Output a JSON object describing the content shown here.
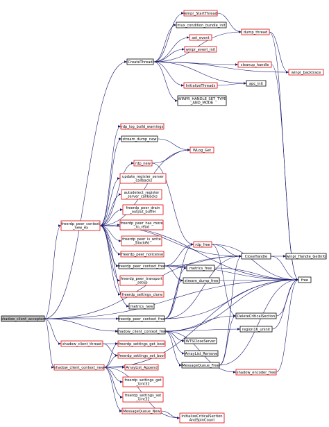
{
  "graph": {
    "nodes": {
      "shadow_client_accepted": {
        "lines": [
          "shadow_client_accepted"
        ],
        "style": "grey"
      },
      "CreateThread": {
        "lines": [
          "CreateThread"
        ],
        "style": "black"
      },
      "winpr_StartThread": {
        "lines": [
          "winpr_StartThread"
        ],
        "style": "red"
      },
      "mux_condition_bundle_init": {
        "lines": [
          "mux_condition_bundle_init"
        ],
        "style": "black"
      },
      "set_event": {
        "lines": [
          "set_event"
        ],
        "style": "red"
      },
      "winpr_event_init": {
        "lines": [
          "winpr_event_init"
        ],
        "style": "red"
      },
      "cleanup_handle": {
        "lines": [
          "cleanup_handle"
        ],
        "style": "red"
      },
      "InitializeThreads": {
        "lines": [
          "InitializeThreads"
        ],
        "style": "red"
      },
      "apc_init": {
        "lines": [
          "apc_init"
        ],
        "style": "black"
      },
      "WINPR_HANDLE_SET_TYPE_AND_MODE": {
        "lines": [
          "WINPR_HANDLE_SET_TYPE",
          "_AND_MODE"
        ],
        "style": "black"
      },
      "dump_thread": {
        "lines": [
          "dump_thread"
        ],
        "style": "red"
      },
      "winpr_backtrace": {
        "lines": [
          "winpr_backtrace"
        ],
        "style": "red"
      },
      "rdp_log_build_warnings": {
        "lines": [
          "rdp_log_build_warnings"
        ],
        "style": "red"
      },
      "stream_dump_new": {
        "lines": [
          "stream_dump_new"
        ],
        "style": "black"
      },
      "WLog_Get": {
        "lines": [
          "WLog_Get"
        ],
        "style": "red"
      },
      "rdp_new": {
        "lines": [
          "rdp_new"
        ],
        "style": "red"
      },
      "update_register_server_callbacks": {
        "lines": [
          "update_register_server",
          "_callbacks"
        ],
        "style": "red"
      },
      "autodetect_register_server_callbacks": {
        "lines": [
          "autodetect_register",
          "_server_callbacks"
        ],
        "style": "red"
      },
      "freerdp_peer_drain_output_buffer": {
        "lines": [
          "freerdp_peer_drain",
          "_output_buffer"
        ],
        "style": "red"
      },
      "freerdp_peer_has_more_to_read": {
        "lines": [
          "freerdp_peer_has_more",
          "_to_read"
        ],
        "style": "red"
      },
      "freerdp_peer_is_write_blocked": {
        "lines": [
          "freerdp_peer_is_write",
          "_blocked"
        ],
        "style": "red"
      },
      "freerdp_peer_nolicense": {
        "lines": [
          "freerdp_peer_nolicense"
        ],
        "style": "red"
      },
      "freerdp_peer_context_new_ex": {
        "lines": [
          "freerdp_peer_context",
          "_new_ex"
        ],
        "style": "red"
      },
      "freerdp_peer_context_free_1": {
        "lines": [
          "freerdp_peer_context_free"
        ],
        "style": "black"
      },
      "freerdp_peer_transport_setup": {
        "lines": [
          "freerdp_peer_transport",
          "_setup"
        ],
        "style": "red"
      },
      "freerdp_settings_clone": {
        "lines": [
          "freerdp_settings_clone"
        ],
        "style": "red"
      },
      "metrics_new": {
        "lines": [
          "metrics_new"
        ],
        "style": "black"
      },
      "rdp_free": {
        "lines": [
          "rdp_free"
        ],
        "style": "red"
      },
      "metrics_free": {
        "lines": [
          "metrics_free"
        ],
        "style": "black"
      },
      "stream_dump_free": {
        "lines": [
          "stream_dump_free"
        ],
        "style": "black"
      },
      "CloseHandle": {
        "lines": [
          "CloseHandle"
        ],
        "style": "black"
      },
      "winpr_Handle_GetInfo": {
        "lines": [
          "winpr_Handle_GetInfo"
        ],
        "style": "black"
      },
      "free": {
        "lines": [
          "free"
        ],
        "style": "black"
      },
      "freerdp_peer_context_free_2": {
        "lines": [
          "freerdp_peer_context_free"
        ],
        "style": "black"
      },
      "DeleteCriticalSection": {
        "lines": [
          "DeleteCriticalSection"
        ],
        "style": "black"
      },
      "shadow_client_context_free": {
        "lines": [
          "shadow_client_context_free"
        ],
        "style": "black"
      },
      "region16_uninit": {
        "lines": [
          "region16_uninit"
        ],
        "style": "black"
      },
      "WTSCloseServer": {
        "lines": [
          "WTSCloseServer"
        ],
        "style": "black"
      },
      "ArrayList_Remove": {
        "lines": [
          "ArrayList_Remove"
        ],
        "style": "black"
      },
      "MessageQueue_Free": {
        "lines": [
          "MessageQueue_Free"
        ],
        "style": "black"
      },
      "shadow_encoder_free": {
        "lines": [
          "shadow_encoder_free"
        ],
        "style": "red"
      },
      "shadow_client_thread": {
        "lines": [
          "shadow_client_thread"
        ],
        "style": "red"
      },
      "freerdp_settings_get_bool": {
        "lines": [
          "freerdp_settings_get_bool"
        ],
        "style": "red"
      },
      "freerdp_settings_set_bool": {
        "lines": [
          "freerdp_settings_set_bool"
        ],
        "style": "red"
      },
      "shadow_client_context_new": {
        "lines": [
          "shadow_client_context_new"
        ],
        "style": "red"
      },
      "ArrayList_Append": {
        "lines": [
          "ArrayList_Append"
        ],
        "style": "red"
      },
      "freerdp_settings_get_uint32": {
        "lines": [
          "freerdp_settings_get",
          "_uint32"
        ],
        "style": "red"
      },
      "freerdp_settings_set_uint32": {
        "lines": [
          "freerdp_settings_set",
          "_uint32"
        ],
        "style": "red"
      },
      "MessageQueue_New": {
        "lines": [
          "MessageQueue_New"
        ],
        "style": "red"
      },
      "InitializeCriticalSectionAndSpinCount": {
        "lines": [
          "InitializeCriticalSection",
          "AndSpinCount"
        ],
        "style": "red"
      }
    },
    "edges": [
      [
        "shadow_client_accepted",
        "CreateThread"
      ],
      [
        "shadow_client_accepted",
        "freerdp_peer_context_new_ex"
      ],
      [
        "shadow_client_accepted",
        "freerdp_peer_context_free_2"
      ],
      [
        "shadow_client_accepted",
        "shadow_client_context_free"
      ],
      [
        "shadow_client_accepted",
        "shadow_client_thread"
      ],
      [
        "shadow_client_accepted",
        "shadow_client_context_new"
      ],
      [
        "shadow_client_accepted",
        "CloseHandle"
      ],
      [
        "shadow_client_accepted",
        "free"
      ],
      [
        "CreateThread",
        "winpr_StartThread"
      ],
      [
        "CreateThread",
        "mux_condition_bundle_init"
      ],
      [
        "CreateThread",
        "set_event"
      ],
      [
        "CreateThread",
        "winpr_event_init"
      ],
      [
        "CreateThread",
        "cleanup_handle"
      ],
      [
        "CreateThread",
        "InitializeThreads"
      ],
      [
        "CreateThread",
        "apc_init"
      ],
      [
        "CreateThread",
        "WINPR_HANDLE_SET_TYPE_AND_MODE"
      ],
      [
        "CreateThread",
        "dump_thread"
      ],
      [
        "CreateThread",
        "winpr_backtrace"
      ],
      [
        "winpr_StartThread",
        "dump_thread"
      ],
      [
        "dump_thread",
        "winpr_backtrace"
      ],
      [
        "dump_thread",
        "free"
      ],
      [
        "cleanup_handle",
        "free"
      ],
      [
        "InitializeThreads",
        "apc_init"
      ],
      [
        "freerdp_peer_context_new_ex",
        "rdp_log_build_warnings"
      ],
      [
        "freerdp_peer_context_new_ex",
        "stream_dump_new"
      ],
      [
        "freerdp_peer_context_new_ex",
        "WLog_Get"
      ],
      [
        "freerdp_peer_context_new_ex",
        "rdp_new"
      ],
      [
        "freerdp_peer_context_new_ex",
        "update_register_server_callbacks"
      ],
      [
        "freerdp_peer_context_new_ex",
        "autodetect_register_server_callbacks"
      ],
      [
        "freerdp_peer_context_new_ex",
        "freerdp_peer_drain_output_buffer"
      ],
      [
        "freerdp_peer_context_new_ex",
        "freerdp_peer_has_more_to_read"
      ],
      [
        "freerdp_peer_context_new_ex",
        "freerdp_peer_is_write_blocked"
      ],
      [
        "freerdp_peer_context_new_ex",
        "freerdp_peer_nolicense"
      ],
      [
        "freerdp_peer_context_new_ex",
        "freerdp_peer_context_free_1"
      ],
      [
        "freerdp_peer_context_new_ex",
        "freerdp_peer_transport_setup"
      ],
      [
        "freerdp_peer_context_new_ex",
        "freerdp_settings_clone"
      ],
      [
        "freerdp_peer_context_new_ex",
        "metrics_new"
      ],
      [
        "freerdp_peer_context_new_ex",
        "CloseHandle"
      ],
      [
        "freerdp_peer_context_new_ex",
        "free"
      ],
      [
        "stream_dump_new",
        "WLog_Get"
      ],
      [
        "rdp_new",
        "WLog_Get"
      ],
      [
        "rdp_new",
        "rdp_free"
      ],
      [
        "freerdp_peer_context_free_1",
        "rdp_free"
      ],
      [
        "freerdp_peer_context_free_1",
        "metrics_free"
      ],
      [
        "freerdp_peer_context_free_1",
        "stream_dump_free"
      ],
      [
        "freerdp_peer_context_free_1",
        "CloseHandle"
      ],
      [
        "freerdp_peer_context_free_1",
        "free"
      ],
      [
        "rdp_free",
        "CloseHandle"
      ],
      [
        "rdp_free",
        "DeleteCriticalSection"
      ],
      [
        "rdp_free",
        "free"
      ],
      [
        "metrics_free",
        "free"
      ],
      [
        "stream_dump_free",
        "free"
      ],
      [
        "CloseHandle",
        "winpr_Handle_GetInfo"
      ],
      [
        "CloseHandle",
        "free"
      ],
      [
        "freerdp_peer_context_free_2",
        "rdp_free"
      ],
      [
        "freerdp_peer_context_free_2",
        "metrics_free"
      ],
      [
        "freerdp_peer_context_free_2",
        "stream_dump_free"
      ],
      [
        "freerdp_peer_context_free_2",
        "CloseHandle"
      ],
      [
        "freerdp_peer_context_free_2",
        "free"
      ],
      [
        "DeleteCriticalSection",
        "free"
      ],
      [
        "shadow_client_context_free",
        "DeleteCriticalSection"
      ],
      [
        "shadow_client_context_free",
        "region16_uninit"
      ],
      [
        "shadow_client_context_free",
        "WTSCloseServer"
      ],
      [
        "shadow_client_context_free",
        "ArrayList_Remove"
      ],
      [
        "shadow_client_context_free",
        "MessageQueue_Free"
      ],
      [
        "shadow_client_context_free",
        "shadow_encoder_free"
      ],
      [
        "shadow_client_context_free",
        "free"
      ],
      [
        "region16_uninit",
        "free"
      ],
      [
        "MessageQueue_Free",
        "CloseHandle"
      ],
      [
        "MessageQueue_Free",
        "DeleteCriticalSection"
      ],
      [
        "MessageQueue_Free",
        "free"
      ],
      [
        "shadow_encoder_free",
        "free"
      ],
      [
        "shadow_client_thread",
        "freerdp_settings_get_bool"
      ],
      [
        "shadow_client_thread",
        "freerdp_settings_set_bool"
      ],
      [
        "shadow_client_context_new",
        "freerdp_settings_get_bool"
      ],
      [
        "shadow_client_context_new",
        "freerdp_settings_set_bool"
      ],
      [
        "shadow_client_context_new",
        "ArrayList_Append"
      ],
      [
        "shadow_client_context_new",
        "freerdp_settings_get_uint32"
      ],
      [
        "shadow_client_context_new",
        "freerdp_settings_set_uint32"
      ],
      [
        "shadow_client_context_new",
        "MessageQueue_New"
      ],
      [
        "shadow_client_context_new",
        "InitializeCriticalSectionAndSpinCount"
      ],
      [
        "shadow_client_context_new",
        "free"
      ],
      [
        "MessageQueue_New",
        "InitializeCriticalSectionAndSpinCount"
      ]
    ]
  }
}
